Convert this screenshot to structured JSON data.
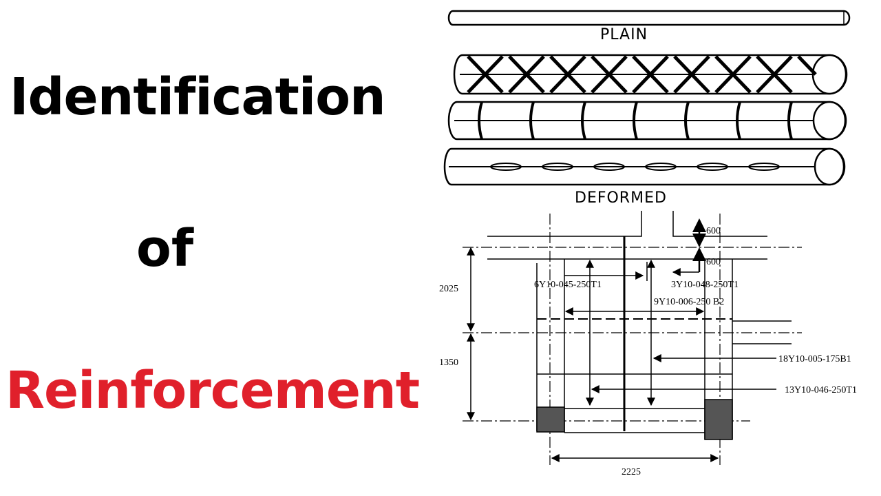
{
  "title": {
    "line1": "Identification",
    "line2": "of",
    "line3": "Reinforcement",
    "color_dark": "#000000",
    "color_accent": "#e0202b"
  },
  "bars": {
    "plain_label": "PLAIN",
    "deformed_label": "DEFORMED"
  },
  "drawing": {
    "dim_top_1": "600",
    "dim_top_2": "600",
    "dim_left_upper": "2025",
    "dim_left_lower": "1350",
    "dim_bottom": "2225",
    "bar_mark_1": "6Y10-045-250T1",
    "bar_mark_2": "3Y10-048-250T1",
    "bar_mark_3": "9Y10-006-250 B2",
    "bar_mark_4": "18Y10-005-175B1",
    "bar_mark_5": "13Y10-046-250T1",
    "fill_column": "#555555"
  }
}
